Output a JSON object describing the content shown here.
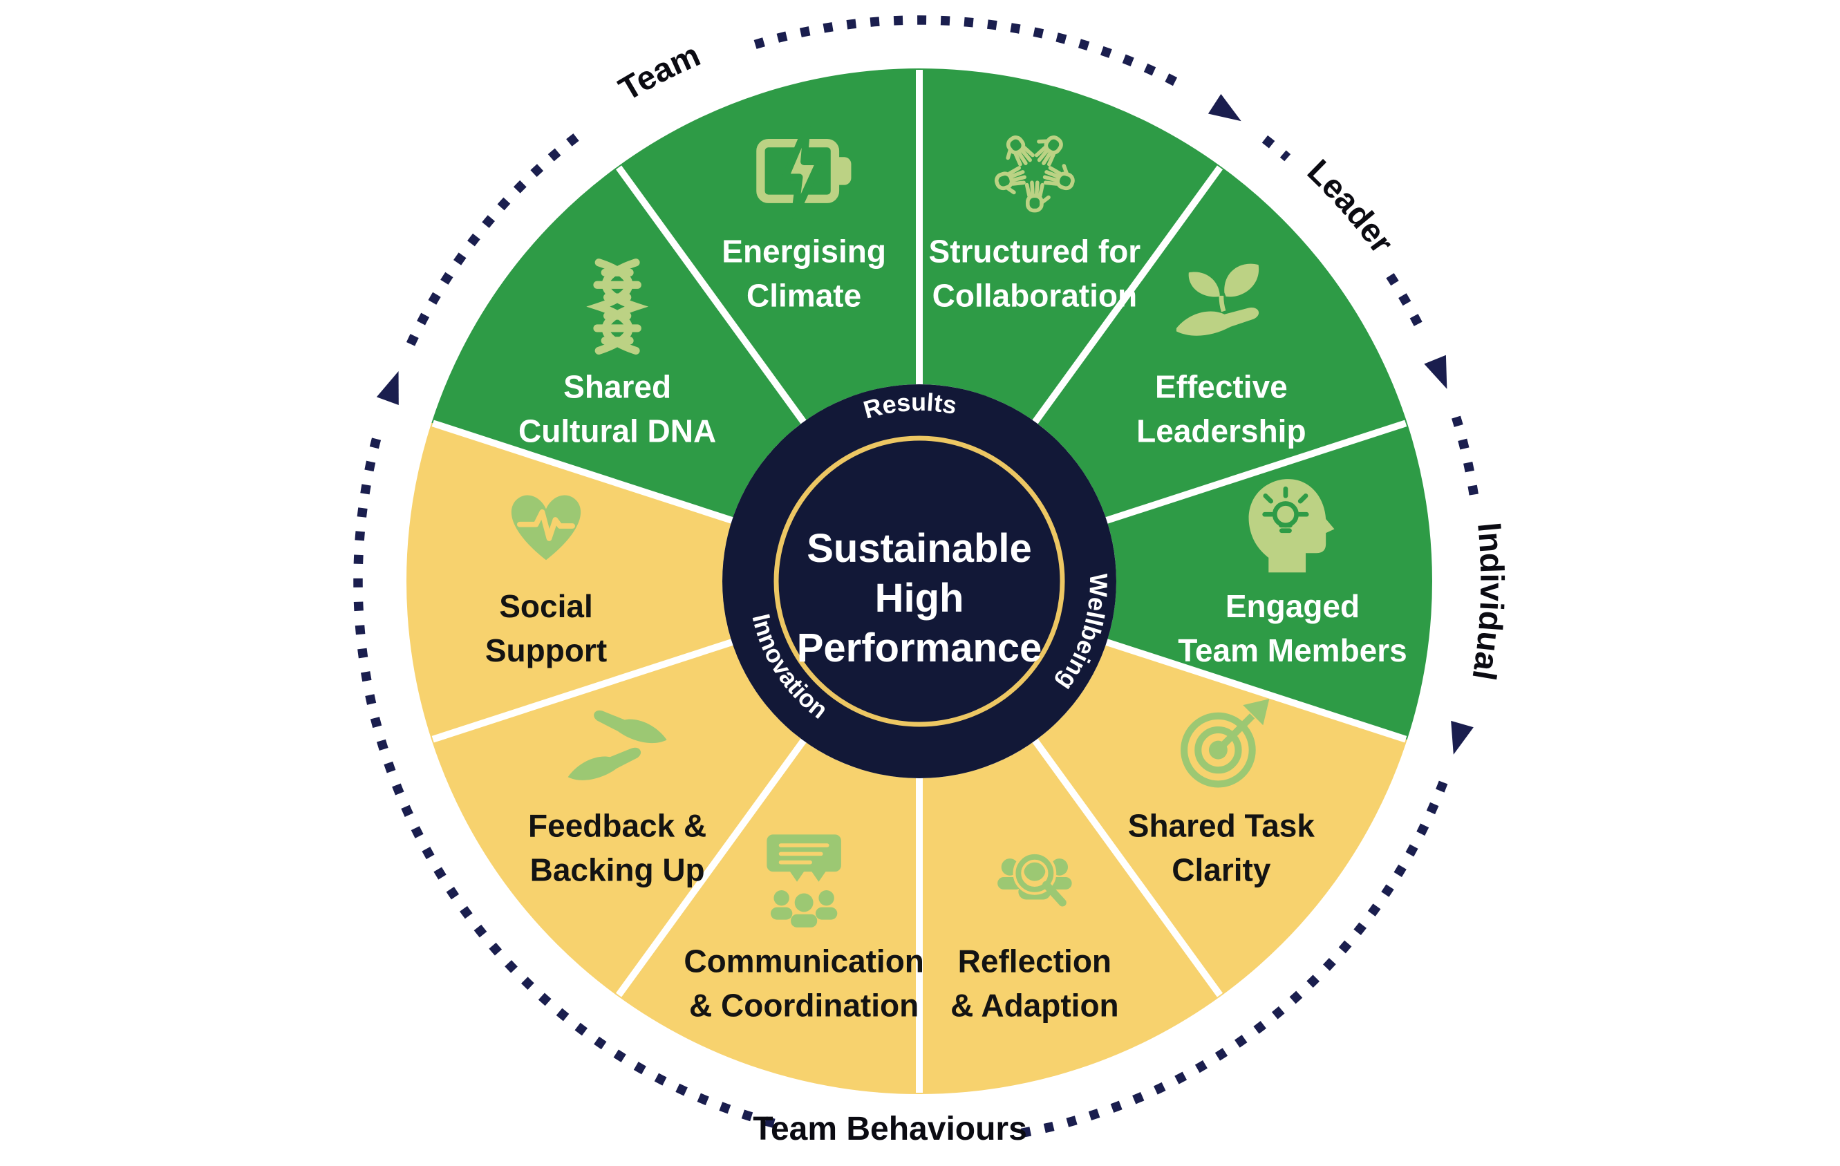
{
  "diagram": {
    "center": {
      "lines": [
        "Sustainable",
        "High",
        "Performance"
      ]
    },
    "inner_ring": [
      {
        "label": "Results",
        "angle": 357,
        "reverse": false
      },
      {
        "label": "Wellbeing",
        "angle": 107,
        "reverse": false
      },
      {
        "label": "Innovation",
        "angle": 237,
        "reverse": true
      }
    ],
    "outer_ring": {
      "labels": [
        {
          "label": "Team",
          "angle": 333,
          "horizontal": false
        },
        {
          "label": "Leader",
          "angle": 49,
          "horizontal": false
        },
        {
          "label": "Individual",
          "angle": 92,
          "horizontal": false
        },
        {
          "label": "Team Behaviours",
          "angle": 183,
          "horizontal": true
        }
      ],
      "arrow_angles": [
        33,
        68,
        106,
        290
      ]
    },
    "segments": [
      {
        "label_lines": [
          "Structured for",
          "Collaboration"
        ],
        "icon": "hands-circle-icon",
        "theme": "green"
      },
      {
        "label_lines": [
          "Effective",
          "Leadership"
        ],
        "icon": "hand-plant-icon",
        "theme": "green"
      },
      {
        "label_lines": [
          "Engaged",
          "Team Members"
        ],
        "icon": "head-bulb-icon",
        "theme": "green"
      },
      {
        "label_lines": [
          "Shared Task",
          "Clarity"
        ],
        "icon": "target-arrow-icon",
        "theme": "yellow"
      },
      {
        "label_lines": [
          "Reflection",
          "& Adaption"
        ],
        "icon": "people-magnifier-icon",
        "theme": "yellow"
      },
      {
        "label_lines": [
          "Communication",
          "& Coordination"
        ],
        "icon": "speech-people-icon",
        "theme": "yellow"
      },
      {
        "label_lines": [
          "Feedback &",
          "Backing Up"
        ],
        "icon": "hands-support-icon",
        "theme": "yellow"
      },
      {
        "label_lines": [
          "Social",
          "Support"
        ],
        "icon": "heart-pulse-icon",
        "theme": "yellow"
      },
      {
        "label_lines": [
          "Shared",
          "Cultural DNA"
        ],
        "icon": "dna-icon",
        "theme": "green"
      },
      {
        "label_lines": [
          "Energising",
          "Climate"
        ],
        "icon": "battery-charging-icon",
        "theme": "green"
      }
    ],
    "colors": {
      "green": "#2E9B46",
      "yellow": "#F7D26E",
      "navy": "#121837",
      "gold": "#EDC763",
      "dotted": "#1A1E4E",
      "icon_on_green": "#BCD284",
      "icon_on_yellow": "#9CC873",
      "text_on_green": "#FFFFFF",
      "text_on_yellow": "#131313",
      "outer_label": "#0B0B12"
    }
  }
}
